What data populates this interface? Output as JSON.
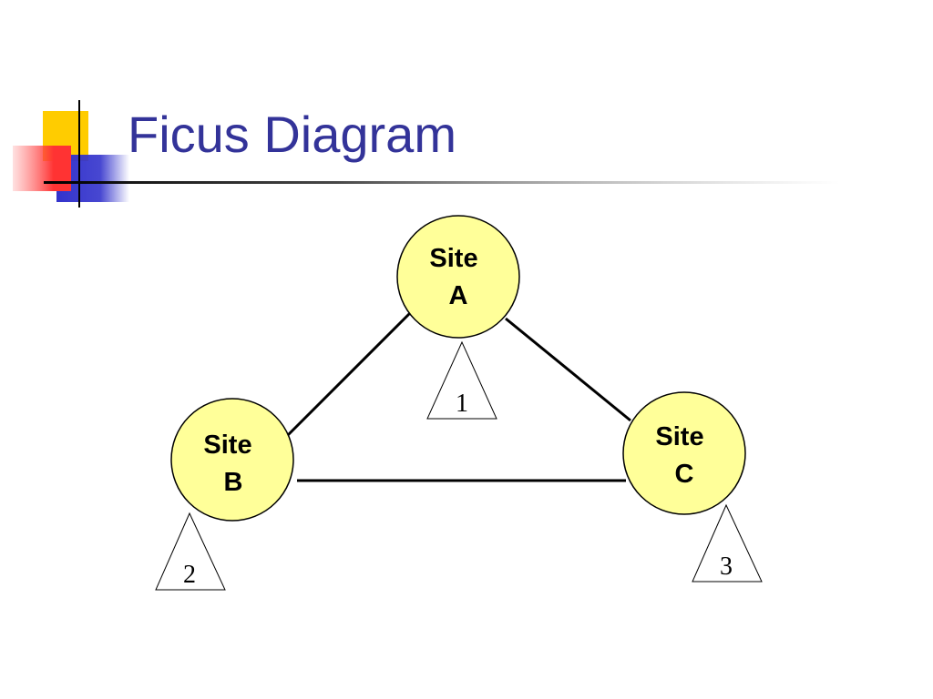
{
  "slide": {
    "title": "Ficus Diagram"
  },
  "diagram": {
    "sites": [
      {
        "id": "A",
        "line1": "Site",
        "line2": "A"
      },
      {
        "id": "B",
        "line1": "Site",
        "line2": "B"
      },
      {
        "id": "C",
        "line1": "Site",
        "line2": "C"
      }
    ],
    "markers": [
      {
        "label": "1"
      },
      {
        "label": "2"
      },
      {
        "label": "3"
      }
    ],
    "links": [
      {
        "from": "A",
        "to": "B"
      },
      {
        "from": "A",
        "to": "C"
      },
      {
        "from": "B",
        "to": "C"
      }
    ]
  },
  "colors": {
    "title": "#333399",
    "site_fill": "#FFFF99",
    "accent_yellow": "#FFCC00",
    "accent_red": "#FF3333",
    "accent_blue": "#3333CC"
  }
}
